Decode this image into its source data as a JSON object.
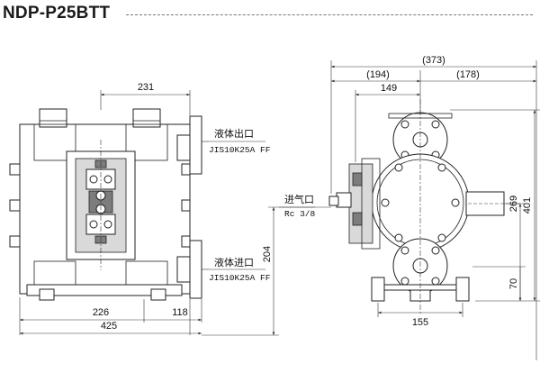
{
  "title": "NDP-P25BTT",
  "front_view": {
    "dims": {
      "top_width": "231",
      "bottom_left": "226",
      "bottom_right": "118",
      "overall_width": "425",
      "outlet_height": "204"
    },
    "outlet_label": "液体出口",
    "outlet_spec": "JIS10K25A FF",
    "inlet_label": "液体进口",
    "inlet_spec": "JIS10K25A FF",
    "air_inlet_label": "进气口",
    "air_inlet_spec": "Rc 3/8"
  },
  "side_view": {
    "dims": {
      "overall_depth": "(373)",
      "left_depth": "(194)",
      "right_depth": "(178)",
      "center_offset": "149",
      "base_width": "155",
      "air_height": "269",
      "overall_height": "401",
      "inlet_height": "70"
    }
  }
}
